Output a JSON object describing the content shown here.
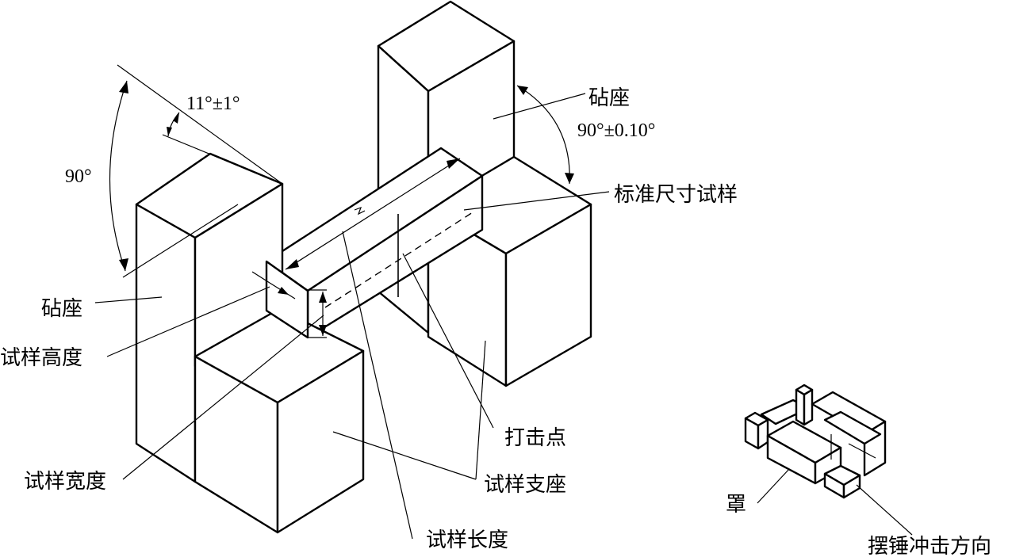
{
  "labels": {
    "anvil_top_right": "砧座",
    "angle_right": "90°±0.10°",
    "standard_specimen": "标准尺寸试样",
    "angle_notch": "11°±1°",
    "angle_left": "90°",
    "anvil_left": "砧座",
    "specimen_height": "试样高度",
    "strike_point": "打击点",
    "specimen_width": "试样宽度",
    "specimen_support": "试样支座",
    "specimen_length": "试样长度",
    "cover": "罩",
    "pendulum_direction": "摆锤冲击方向"
  }
}
